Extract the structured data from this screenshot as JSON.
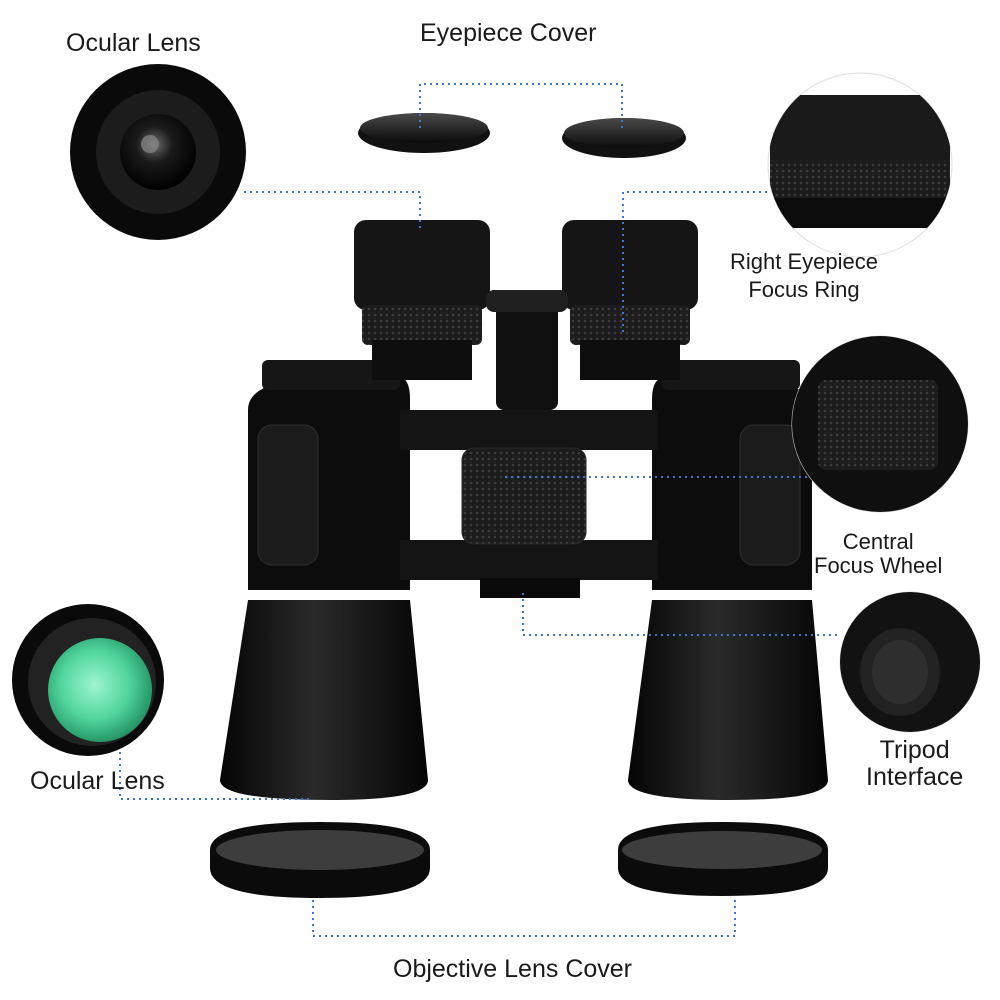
{
  "labels": {
    "ocular_lens_top": "Ocular Lens",
    "eyepiece_cover": "Eyepiece Cover",
    "right_eyepiece_line1": "Right Eyepiece",
    "right_eyepiece_line2": "Focus Ring",
    "central_focus_line1": "Central",
    "central_focus_line2": "Focus Wheel",
    "ocular_lens_bottom": "Ocular Lens",
    "tripod_line1": "Tripod",
    "tripod_line2": "Interface",
    "objective_cover": "Objective Lens Cover"
  },
  "colors": {
    "leader_line": "#3a78c9",
    "body": "#0d0d0d",
    "lens_glass": "#5fe0a8",
    "background": "#ffffff"
  },
  "icons": [
    "binoculars-image",
    "eyepiece-cover-icon",
    "objective-cover-icon",
    "ocular-lens-icon",
    "focus-ring-icon",
    "focus-wheel-icon",
    "tripod-interface-icon",
    "objective-lens-icon"
  ]
}
